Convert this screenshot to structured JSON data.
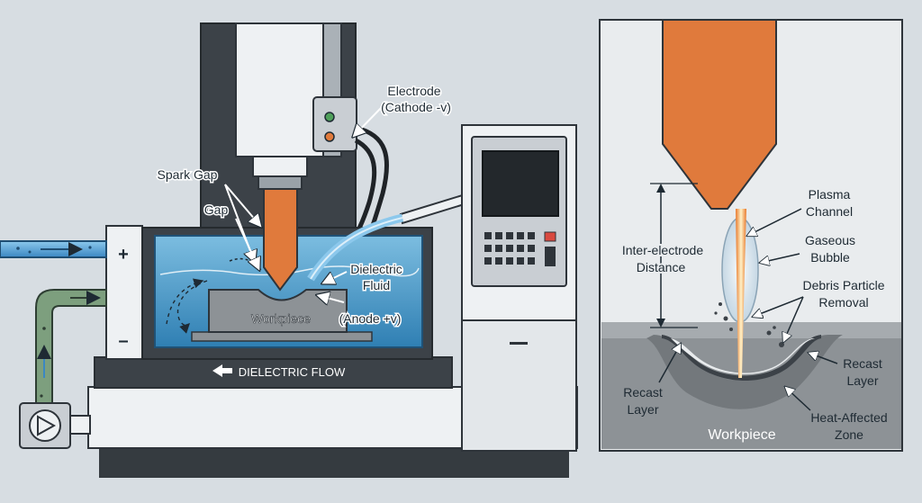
{
  "labels": {
    "electrode_line1": "Electrode",
    "electrode_line2": "(Cathode -v)",
    "spark_gap": "Spark Gap",
    "gap": "Gap",
    "dielectric_line1": "Dielectric",
    "dielectric_line2": "Fluid",
    "workpiece_left": "Workpiece",
    "anode": "(Anode +v)",
    "dielectric_flow": "DIELECTRIC FLOW",
    "plus": "+",
    "minus": "–",
    "plasma_line1": "Plasma",
    "plasma_line2": "Channel",
    "gaseous_line1": "Gaseous",
    "gaseous_line2": "Bubble",
    "debris_line1": "Debris Particle",
    "debris_line2": "Removal",
    "inter_line1": "Inter-electrode",
    "inter_line2": "Distance",
    "recast_left_line1": "Recast",
    "recast_left_line2": "Layer",
    "recast_right_line1": "Recast",
    "recast_right_line2": "Layer",
    "haz_line1": "Heat-Affected",
    "haz_line2": "Zone",
    "workpiece_right": "Workpiece"
  },
  "colors": {
    "electrode": "#e07a3c",
    "machine_dark": "#3c4248",
    "machine_light": "#e9ecee",
    "fluid": "#5aa6cf",
    "workpiece": "#8d9296",
    "background": "#d7dde2"
  }
}
